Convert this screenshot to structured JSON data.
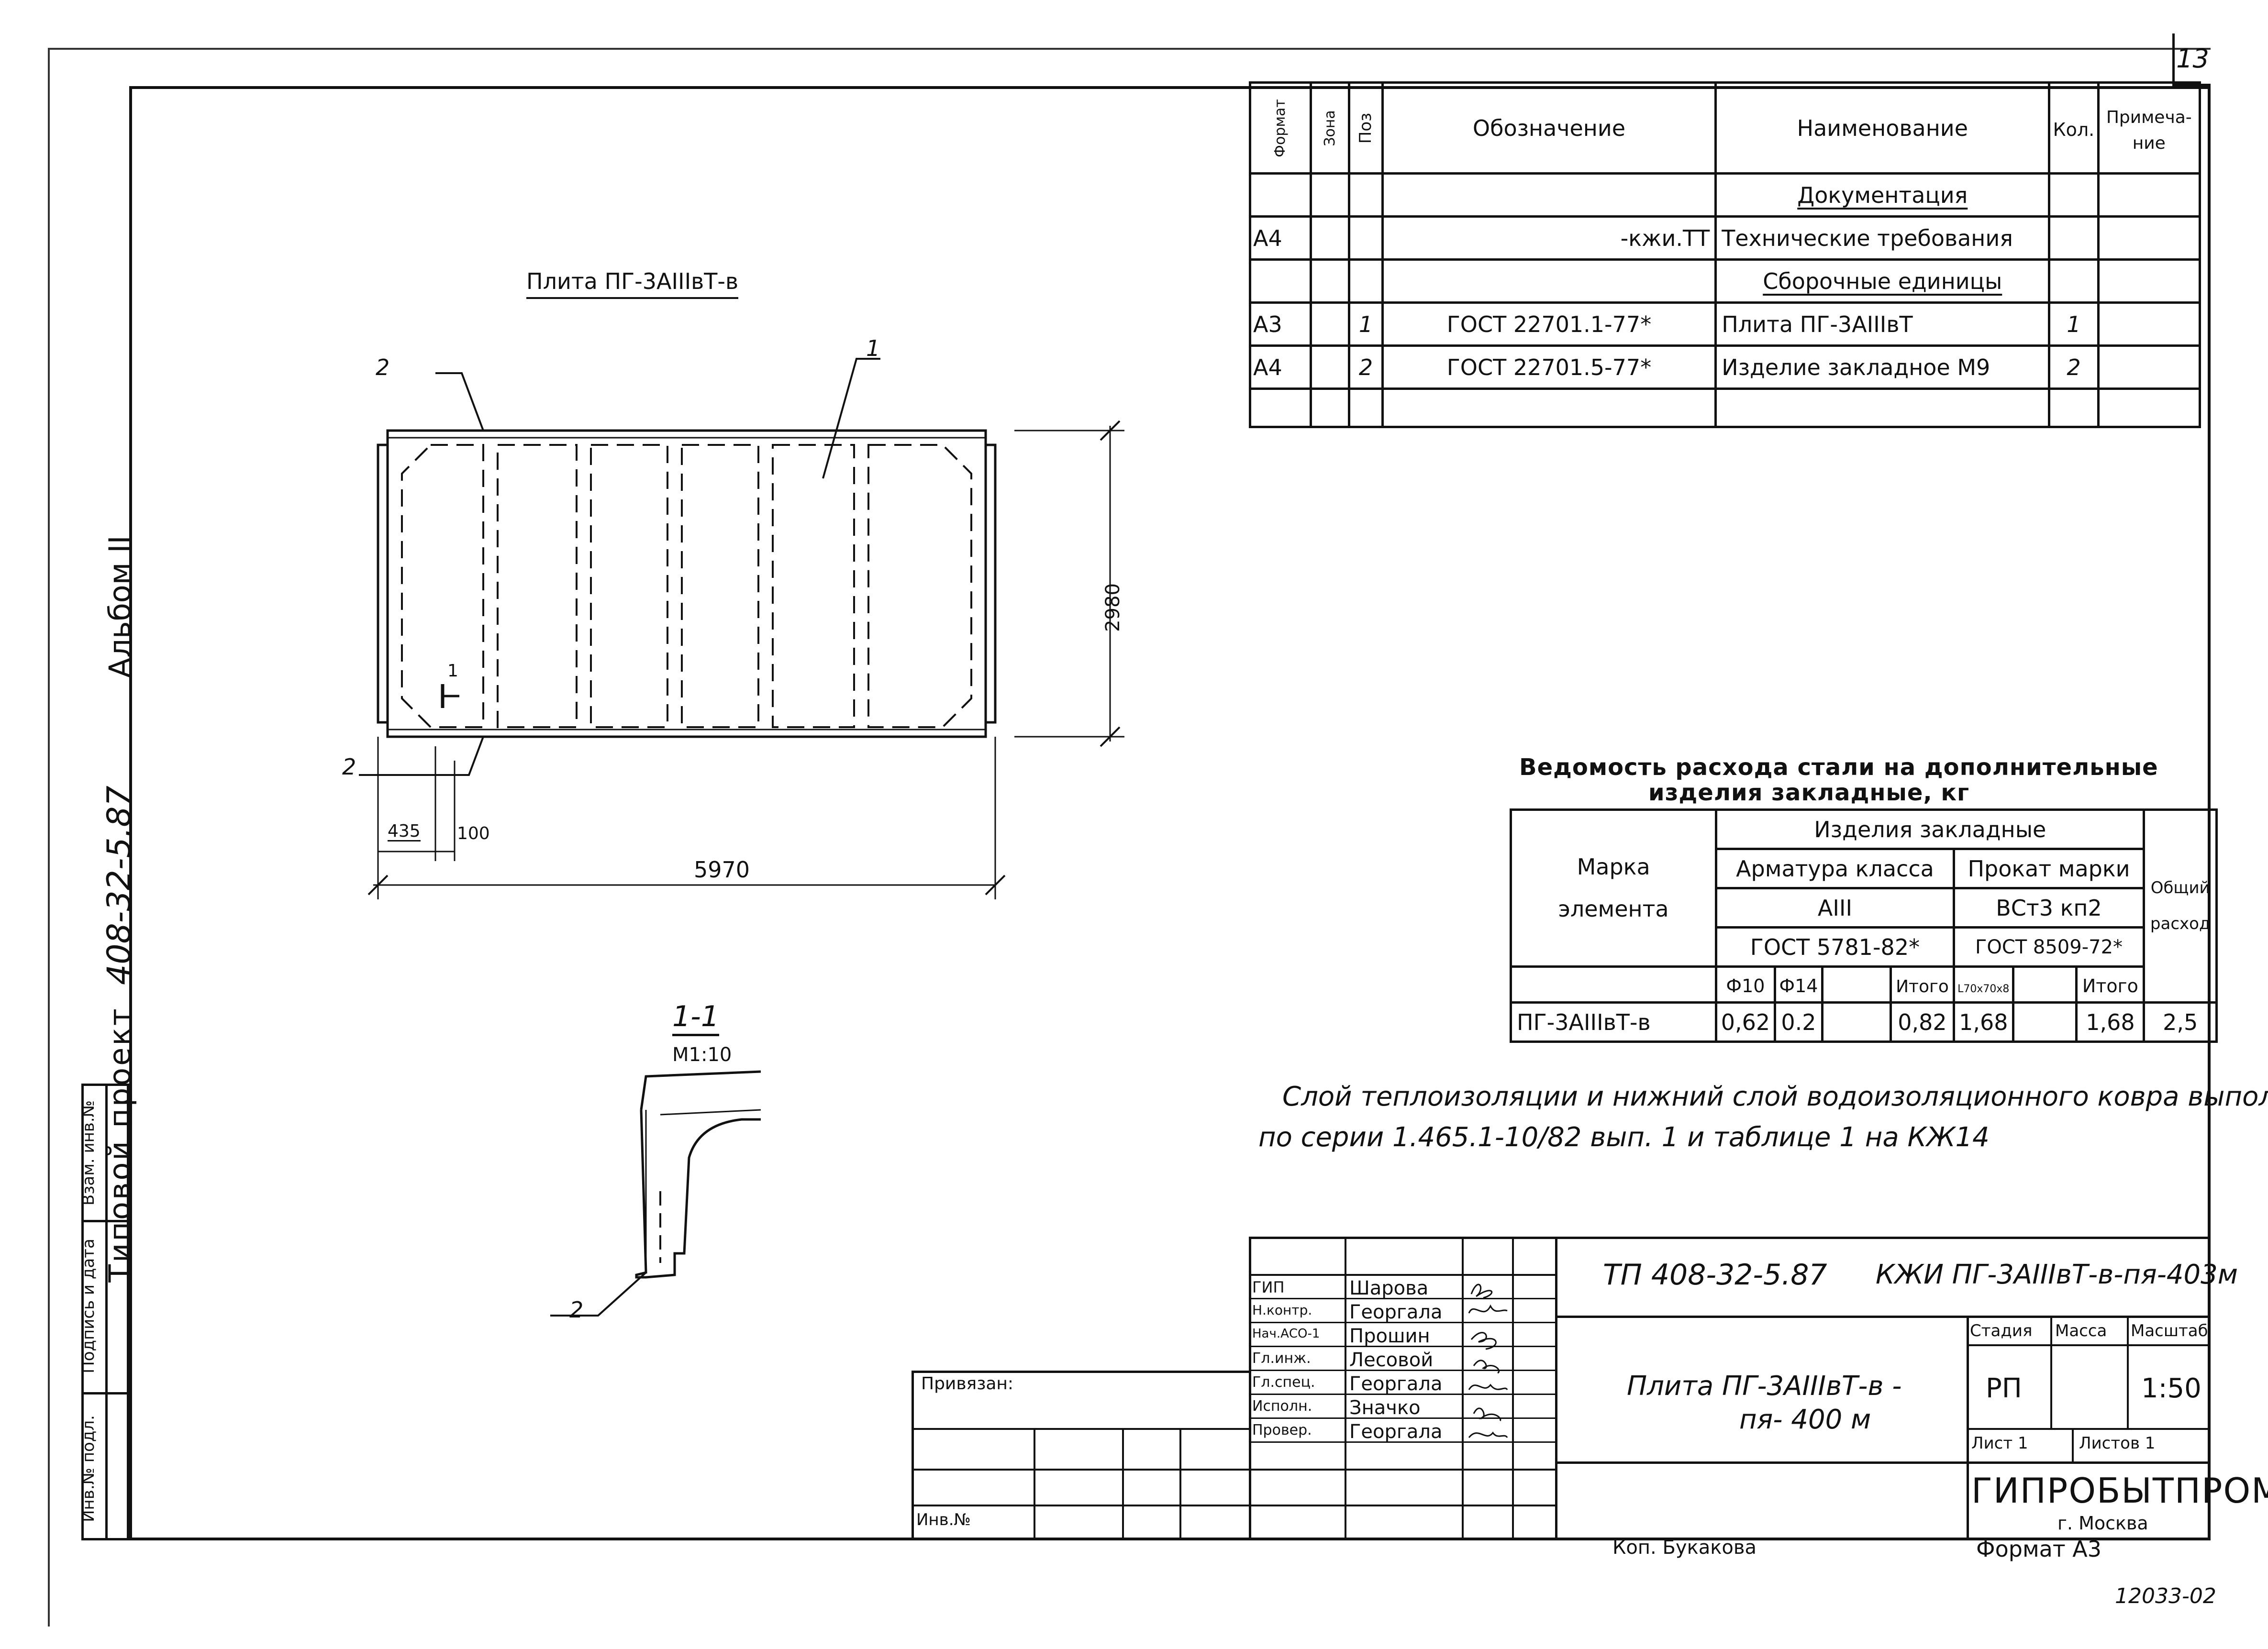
{
  "sheet": {
    "number": "13",
    "side_left": "Типовой проект 408-32-5.87 Альбом II",
    "side_series": "Типовой проект",
    "side_code": "408-32-5.87",
    "side_album": "Альбом II",
    "archive_no": "12033-02"
  },
  "spec_table": {
    "headers": {
      "format": "Формат",
      "zone": "Зона",
      "pos": "Поз",
      "designation": "Обозначение",
      "name": "Наименование",
      "qty": "Кол.",
      "note": "Примеча- ние"
    },
    "rows": [
      {
        "format": "",
        "pos": "",
        "designation": "",
        "name": "Документация",
        "qty": ""
      },
      {
        "format": "А4",
        "pos": "",
        "designation": "-кжи.ТТ",
        "name": "Технические требования",
        "qty": ""
      },
      {
        "format": "",
        "pos": "",
        "designation": "",
        "name": "Сборочные единицы",
        "qty": ""
      },
      {
        "format": "А3",
        "pos": "1",
        "designation": "ГОСТ 22701.1-77*",
        "name": "Плита ПГ-3АIIIвТ",
        "qty": "1"
      },
      {
        "format": "А4",
        "pos": "2",
        "designation": "ГОСТ 22701.5-77*",
        "name": "Изделие закладное М9",
        "qty": "2"
      },
      {
        "format": "",
        "pos": "",
        "designation": "",
        "name": "",
        "qty": ""
      }
    ]
  },
  "drawing": {
    "title": "Плита ПГ-3АIIIвТ-в",
    "leader_1": "1",
    "leader_2a": "2",
    "leader_2b": "2",
    "dim_length": "5970",
    "dim_width": "2980",
    "dim_435": "435",
    "dim_100": "100",
    "section_mark": "1",
    "section_title": "1-1",
    "section_scale": "М1:10",
    "section_leader": "2"
  },
  "steel_table": {
    "title_line1": "Ведомость расхода стали на дополнительные",
    "title_line2": "изделия закладные, кг",
    "mark_header": "Марка элемента",
    "mark_line1": "Марка",
    "mark_line2": "элемента",
    "embedded": "Изделия закладные",
    "rebar_class": "Арматура класса",
    "rebar_grade": "АIII",
    "rebar_gost": "ГОСТ 5781-82*",
    "rolled_mark": "Прокат марки",
    "rolled_grade": "ВСт3 кп2",
    "rolled_gost": "ГОСТ 8509-72*",
    "total_header": "Общий расход",
    "total_line1": "Общий",
    "total_line2": "расход",
    "sub_phi10": "Ф10",
    "sub_phi14": "Ф14",
    "sub_total1": "Итого",
    "sub_angle": "L70х70х8",
    "sub_total2": "Итого",
    "row": {
      "mark": "ПГ-3АIIIвТ-в",
      "phi10": "0,62",
      "phi14": "0.2",
      "total1": "0,82",
      "angle": "1,68",
      "total2": "1,68",
      "grand": "2,5"
    }
  },
  "note": {
    "line1": "Слой теплоизоляции и нижний слой водоизоляционного ковра выполнить",
    "line2": "по серии 1.465.1-10/82 вып. 1 и таблице 1 на КЖ14"
  },
  "title_block": {
    "code": "ТП 408-32-5.87",
    "doc_code": "КЖИ ПГ-3АIIIвТ-в-пя-403м",
    "object_line1": "Плита ПГ-3АIIIвТ-в -",
    "object_line2": "пя- 400 м",
    "stage_label": "Стадия",
    "mass_label": "Масса",
    "scale_label": "Масштаб",
    "stage": "РП",
    "scale": "1:50",
    "sheet_label": "Лист 1",
    "sheets_label": "Листов 1",
    "org": "ГИПРОБЫТПРОМ",
    "city": "г. Москва",
    "format": "Формат А3",
    "copier": "Коп. Букакова",
    "tied": "Привязан:",
    "inv_no": "Инв.№",
    "people": [
      {
        "role": "ГИП",
        "name": "Шарова"
      },
      {
        "role": "Н.контр.",
        "name": "Георгала"
      },
      {
        "role": "Нач.АСО-1",
        "name": "Прошин"
      },
      {
        "role": "Гл.инж.",
        "name": "Лесовой"
      },
      {
        "role": "Гл.спец.",
        "name": "Георгала"
      },
      {
        "role": "Исполн.",
        "name": "Значко"
      },
      {
        "role": "Провер.",
        "name": "Георгала"
      }
    ]
  },
  "left_strip": {
    "inv_orig": "Инв.№ подл.",
    "sign_date": "Подпись и дата",
    "inv_repl": "Взам. инв.№"
  }
}
